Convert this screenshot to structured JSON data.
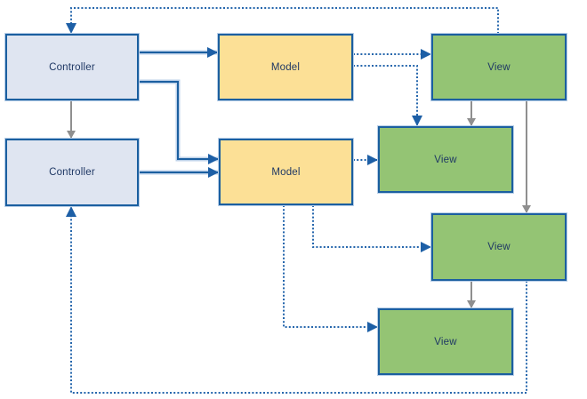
{
  "diagram": {
    "title": "",
    "nodes": [
      {
        "id": "controller-1",
        "label": "Controller",
        "type": "controller"
      },
      {
        "id": "controller-2",
        "label": "Controller",
        "type": "controller"
      },
      {
        "id": "model-1",
        "label": "Model",
        "type": "model"
      },
      {
        "id": "model-2",
        "label": "Model",
        "type": "model"
      },
      {
        "id": "view-1",
        "label": "View",
        "type": "view"
      },
      {
        "id": "view-2",
        "label": "View",
        "type": "view"
      },
      {
        "id": "view-3",
        "label": "View",
        "type": "view"
      },
      {
        "id": "view-4",
        "label": "View",
        "type": "view"
      }
    ],
    "edges": [
      {
        "from": "controller-1",
        "to": "model-1",
        "style": "solid-blue-arrow"
      },
      {
        "from": "controller-1",
        "to": "model-2",
        "style": "solid-blue-arrow"
      },
      {
        "from": "controller-2",
        "to": "model-2",
        "style": "solid-blue-arrow"
      },
      {
        "from": "model-1",
        "to": "view-1",
        "style": "dotted-blue-arrow"
      },
      {
        "from": "model-1",
        "to": "view-2",
        "style": "dotted-blue-arrow"
      },
      {
        "from": "model-2",
        "to": "view-2",
        "style": "dotted-blue-arrow"
      },
      {
        "from": "model-2",
        "to": "view-3",
        "style": "dotted-blue-arrow"
      },
      {
        "from": "model-2",
        "to": "view-4",
        "style": "dotted-blue-arrow"
      },
      {
        "from": "view-1",
        "to": "controller-1",
        "style": "dotted-blue-arrow"
      },
      {
        "from": "view-3",
        "to": "controller-2",
        "style": "dotted-blue-arrow"
      },
      {
        "from": "controller-1",
        "to": "controller-2",
        "style": "grey-arrow"
      },
      {
        "from": "view-1",
        "to": "view-2",
        "style": "grey-arrow"
      },
      {
        "from": "view-1",
        "to": "view-3",
        "style": "grey-arrow"
      },
      {
        "from": "view-3",
        "to": "view-4",
        "style": "grey-arrow"
      }
    ],
    "colors": {
      "controller_fill": "#dfe5f1",
      "model_fill": "#fce096",
      "view_fill": "#94c474",
      "node_border": "#1b5fa0",
      "node_border_highlight": "#b9cfe8",
      "connector_solid_blue": "#1b5fa0",
      "connector_dotted_blue": "#2566ac",
      "connector_grey": "#8f8f8f",
      "label_text": "#1f3864",
      "background": "#ffffff"
    }
  }
}
